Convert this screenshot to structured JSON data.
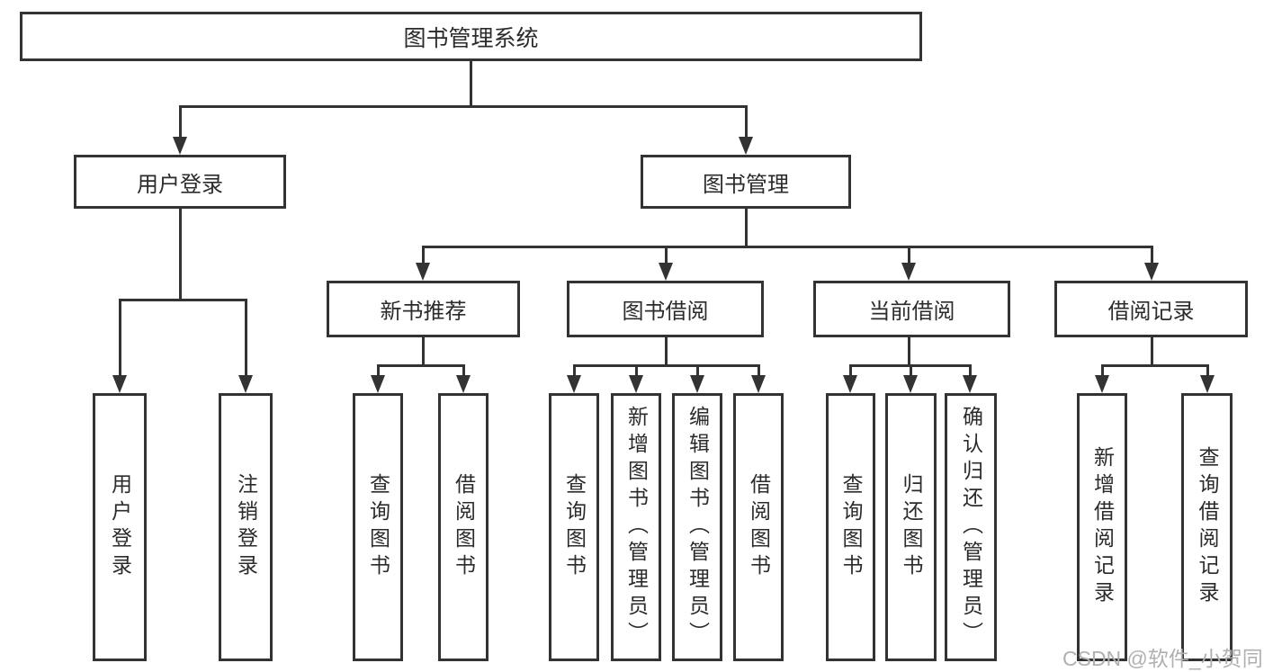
{
  "tree": {
    "root": "图书管理系统",
    "branches": [
      {
        "label": "用户登录",
        "children": [
          "用户登录",
          "注销登录"
        ]
      },
      {
        "label": "图书管理",
        "children": [
          {
            "label": "新书推荐",
            "children": [
              "查询图书",
              "借阅图书"
            ]
          },
          {
            "label": "图书借阅",
            "children": [
              "查询图书",
              "新增图书（管理员）",
              "编辑图书（管理员）",
              "借阅图书"
            ]
          },
          {
            "label": "当前借阅",
            "children": [
              "查询图书",
              "归还图书",
              "确认归还（管理员）"
            ]
          },
          {
            "label": "借阅记录",
            "children": [
              "新增借阅记录",
              "查询借阅记录"
            ]
          }
        ]
      }
    ]
  },
  "watermark": "CSDN @软件_小贺同学",
  "colors": {
    "line": "#333333",
    "text": "#2b2b2b",
    "watermark": "#b0b0b0",
    "background": "#ffffff"
  }
}
